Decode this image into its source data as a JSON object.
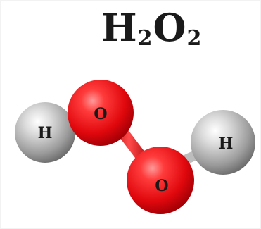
{
  "formula": {
    "element1": "H",
    "sub1": "2",
    "element2": "O",
    "sub2": "2"
  },
  "atoms": {
    "h_left": "H",
    "o_top": "O",
    "o_bottom": "O",
    "h_right": "H"
  },
  "colors": {
    "oxygen": "#e8141a",
    "hydrogen": "#9a9a9a",
    "bond": "#d9302e",
    "text": "#1a1a1a"
  }
}
